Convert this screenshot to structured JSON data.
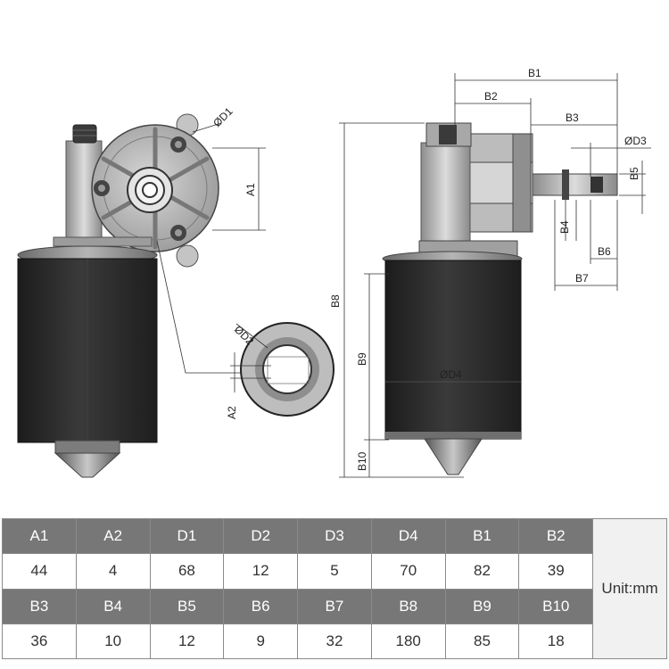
{
  "dimension_labels": {
    "A1": "A1",
    "A2": "A2",
    "D1": "ØD1",
    "D2": "ØD2",
    "D3": "ØD3",
    "D4": "ØD4",
    "B1": "B1",
    "B2": "B2",
    "B3": "B3",
    "B4": "B4",
    "B5": "B5",
    "B6": "B6",
    "B7": "B7",
    "B8": "B8",
    "B9": "B9",
    "B10": "B10"
  },
  "table": {
    "rows": [
      {
        "headers": [
          "A1",
          "A2",
          "D1",
          "D2",
          "D3",
          "D4",
          "B1",
          "B2"
        ],
        "values": [
          "44",
          "4",
          "68",
          "12",
          "5",
          "70",
          "82",
          "39"
        ]
      },
      {
        "headers": [
          "B3",
          "B4",
          "B5",
          "B6",
          "B7",
          "B8",
          "B9",
          "B10"
        ],
        "values": [
          "36",
          "10",
          "12",
          "9",
          "32",
          "180",
          "85",
          "18"
        ]
      }
    ],
    "unit": "Unit:mm"
  },
  "colors": {
    "header_bg": "#777777",
    "header_text": "#ffffff",
    "motor_body": "#2b2b2b",
    "metal": "#b8b8b8"
  }
}
